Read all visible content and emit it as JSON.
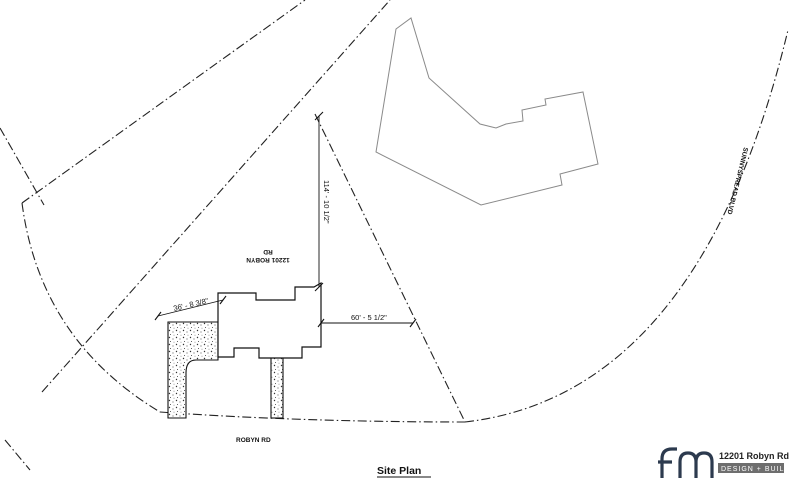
{
  "drawing": {
    "title": "Site Plan",
    "property_label_line1": "12201 ROBYN",
    "property_label_line2": "RD",
    "street_bottom": "ROBYN RD",
    "street_right": "SUNNYSPREAD BLVD"
  },
  "dimensions": {
    "setback_left": "36' - 8 3/8\"",
    "setback_right": "60' - 5 1/2\"",
    "setback_rear": "114' - 10 1/2\""
  },
  "titleblock": {
    "project_name": "12201 Robyn Rd",
    "tagline": "DESIGN + BUILD",
    "logo_letters": "fm"
  },
  "colors": {
    "logo": "#2c3a4e",
    "line": "#111111",
    "neighbor_outline": "#8a8a8a"
  }
}
